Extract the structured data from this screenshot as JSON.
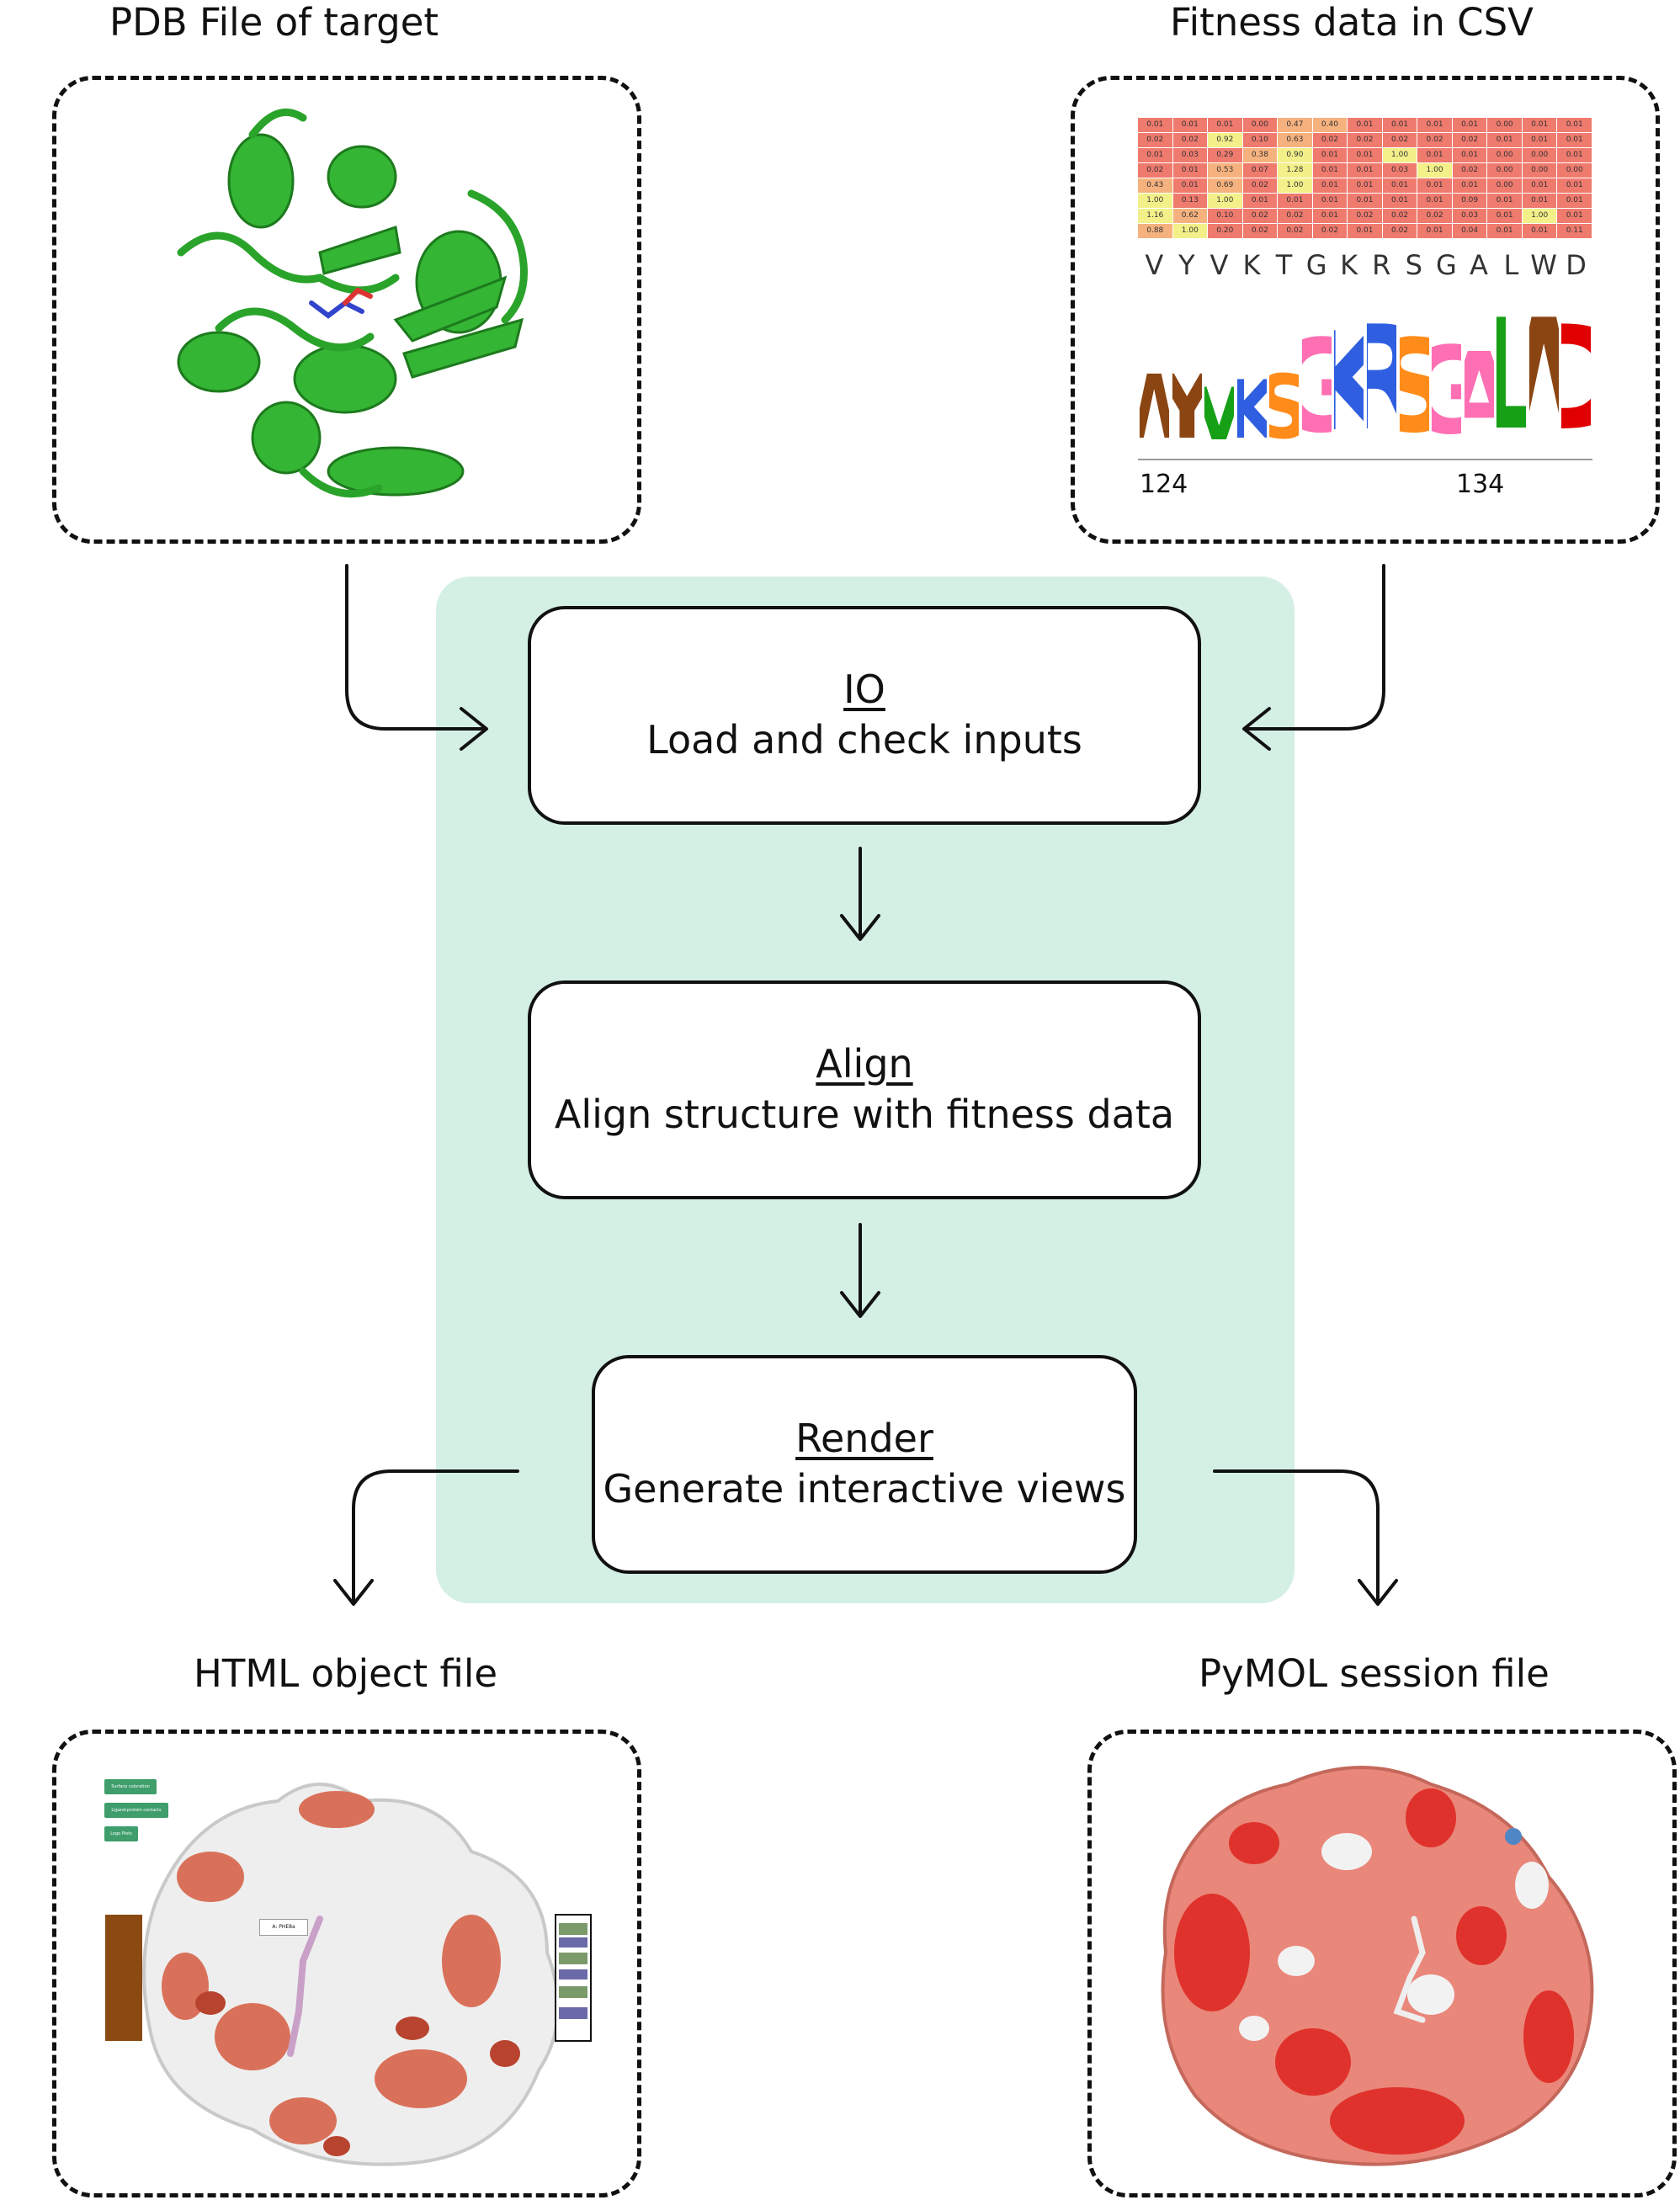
{
  "inputs": {
    "pdb_label": "PDB File of target",
    "csv_label": "Fitness data in CSV"
  },
  "steps": [
    {
      "title": "IO",
      "desc": "Load and check inputs"
    },
    {
      "title": "Align",
      "desc": "Align structure with fitness data"
    },
    {
      "title": "Render",
      "desc": "Generate interactive views"
    }
  ],
  "outputs": {
    "html_label": "HTML object file",
    "pymol_label": "PyMOL session file"
  },
  "heatmap": {
    "rows": [
      [
        "0.01",
        "0.01",
        "0.01",
        "0.00",
        "0.47",
        "0.40",
        "0.01",
        "0.01",
        "0.01",
        "0.01",
        "0.00",
        "0.01",
        "0.01"
      ],
      [
        "0.02",
        "0.02",
        "0.92",
        "0.10",
        "0.63",
        "0.02",
        "0.02",
        "0.02",
        "0.02",
        "0.02",
        "0.01",
        "0.01",
        "0.01"
      ],
      [
        "0.01",
        "0.03",
        "0.29",
        "0.38",
        "0.90",
        "0.01",
        "0.01",
        "1.00",
        "0.01",
        "0.01",
        "0.00",
        "0.00",
        "0.01"
      ],
      [
        "0.02",
        "0.01",
        "0.53",
        "0.07",
        "1.28",
        "0.01",
        "0.01",
        "0.03",
        "1.00",
        "0.02",
        "0.00",
        "0.00",
        "0.00"
      ],
      [
        "0.43",
        "0.01",
        "0.69",
        "0.02",
        "1.00",
        "0.01",
        "0.01",
        "0.01",
        "0.01",
        "0.01",
        "0.00",
        "0.01",
        "0.01"
      ],
      [
        "1.00",
        "0.13",
        "1.00",
        "0.01",
        "0.01",
        "0.01",
        "0.01",
        "0.01",
        "0.01",
        "0.09",
        "0.01",
        "0.01",
        "0.01"
      ],
      [
        "1.16",
        "0.62",
        "0.10",
        "0.02",
        "0.02",
        "0.01",
        "0.02",
        "0.02",
        "0.02",
        "0.03",
        "0.01",
        "1.00",
        "0.01"
      ],
      [
        "0.88",
        "1.00",
        "0.20",
        "0.02",
        "0.02",
        "0.02",
        "0.01",
        "0.02",
        "0.01",
        "0.04",
        "0.01",
        "0.01",
        "0.11"
      ]
    ]
  },
  "logo": {
    "sequence": [
      "V",
      "Y",
      "V",
      "K",
      "T",
      "G",
      "K",
      "R",
      "S",
      "G",
      "A",
      "L",
      "W",
      "D"
    ],
    "big_letters": [
      "W",
      "Y",
      "V",
      "K",
      "S",
      "G",
      "K",
      "R",
      "S",
      "G",
      "A",
      "L",
      "W",
      "D"
    ],
    "tick_left": "124",
    "tick_right": "134"
  },
  "html_preview": {
    "buttons": [
      "Surface coloration",
      "Ligand-protein contacts",
      "Logo Plots"
    ],
    "tooltip": "A: PHE8a"
  },
  "colors": {
    "panel": "#d4efe4",
    "protein_green": "#34b534",
    "surface_red": "#e0322c",
    "surface_salmon": "#e9877a",
    "preview_button": "#3f9e6b"
  }
}
